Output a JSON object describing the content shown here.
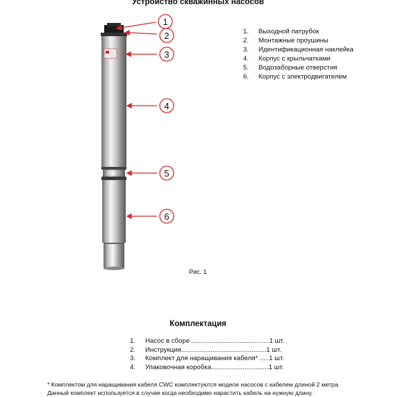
{
  "title": "Устройство скважинных насосов",
  "legend": [
    {
      "num": "1.",
      "label": "Выходной патрубок"
    },
    {
      "num": "2.",
      "label": "Монтажные проушины"
    },
    {
      "num": "3.",
      "label": "Идентификационная наклейка"
    },
    {
      "num": "4.",
      "label": "Корпус с крыльчатками"
    },
    {
      "num": "5.",
      "label": "Водозаборные отверстия"
    },
    {
      "num": "6.",
      "label": "Корпус с электродвигателем"
    }
  ],
  "callouts": [
    "1",
    "2",
    "3",
    "4",
    "5",
    "6"
  ],
  "figure_caption": "Рис. 1",
  "kit_title": "Комплектация",
  "kit_items": [
    {
      "num": "1.",
      "text": "Насос в сборе ..........................................1 шт."
    },
    {
      "num": "2.",
      "text": "Инструкция..............................................1 шт."
    },
    {
      "num": "3.",
      "text": "Комплект для наращивания кабеля* .....1 шт."
    },
    {
      "num": "4.",
      "text": "Упаковочная коробка...............................1 шт."
    }
  ],
  "footnote_line1": "*  Комплектом для наращивания кабеля CWC комплектуются модели насосов с кабелем длиной 2 метра.",
  "footnote_line2": "Данный комплект используется в случае когда необходимо нарастить кабель на нужную длину.",
  "colors": {
    "accent": "#d62828",
    "steel_dark": "#7d7d7d",
    "steel_light": "#f2f2f2"
  }
}
